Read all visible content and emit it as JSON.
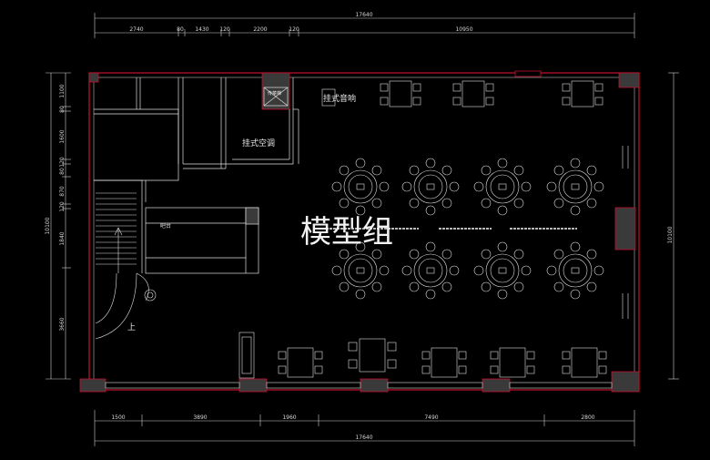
{
  "dimensions": {
    "top_total": "17640",
    "top_segments": [
      "2740",
      "80",
      "1430",
      "120",
      "2200",
      "120",
      "10950"
    ],
    "bottom_total": "17640",
    "bottom_segments": [
      "1500",
      "3890",
      "1960",
      "7490",
      "2800"
    ],
    "left_total": "10100",
    "left_segments": [
      "1100",
      "80",
      "1600",
      "120",
      "80",
      "870",
      "120",
      "1840",
      "3660"
    ],
    "right_total": "10100"
  },
  "labels": {
    "wall_ac_top": "挂式音响",
    "wall_ac_mid": "挂式空调",
    "room_small": "传菜梯",
    "counter": "吧台",
    "stair_up": "上",
    "watermark": "模型组"
  },
  "colors": {
    "background": "#000000",
    "wall": "#c8102e",
    "line": "#e0e0e0",
    "dim_line": "#cfcfcf"
  }
}
